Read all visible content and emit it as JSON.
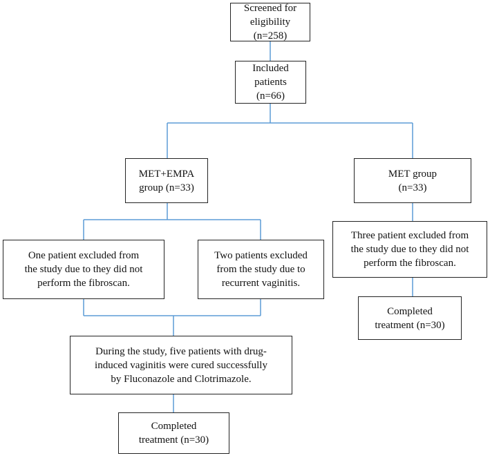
{
  "line_color": "#5b9bd5",
  "border_color": "#222222",
  "nodes": {
    "screened": {
      "line1": "Screened for eligibility",
      "line2": "(n=258)"
    },
    "included": {
      "line1": "Included patients",
      "line2": "(n=66)"
    },
    "met_empa": {
      "line1": "MET+EMPA",
      "line2": "group (n=33)"
    },
    "met": {
      "line1": "MET group",
      "line2": "(n=33)"
    },
    "excluded_one": {
      "line1": "One patient excluded from",
      "line2": "the study due to they did not",
      "line3": "perform the fibroscan."
    },
    "excluded_two": {
      "line1": "Two patients excluded",
      "line2": "from the study due to",
      "line3": "recurrent vaginitis."
    },
    "excluded_three": {
      "line1": "Three patient excluded from",
      "line2": "the study due to they did not",
      "line3": "perform the fibroscan."
    },
    "completed_met": {
      "line1": "Completed",
      "line2": "treatment (n=30)"
    },
    "during_study": {
      "line1": "During the study, five patients with drug-",
      "line2": "induced vaginitis were cured successfully",
      "line3": "by Fluconazole and Clotrimazole."
    },
    "completed_met_empa": {
      "line1": "Completed",
      "line2": "treatment (n=30)"
    }
  }
}
